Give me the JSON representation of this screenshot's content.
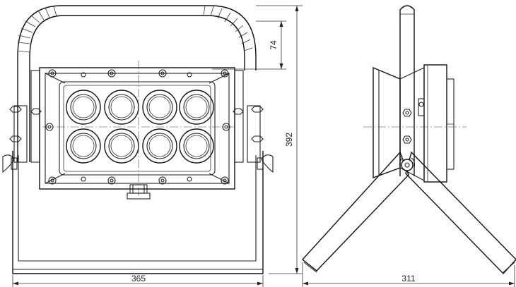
{
  "dimensions": {
    "width_front": "365",
    "handle_offset": "74",
    "height_total": "392",
    "depth_side": "311"
  }
}
